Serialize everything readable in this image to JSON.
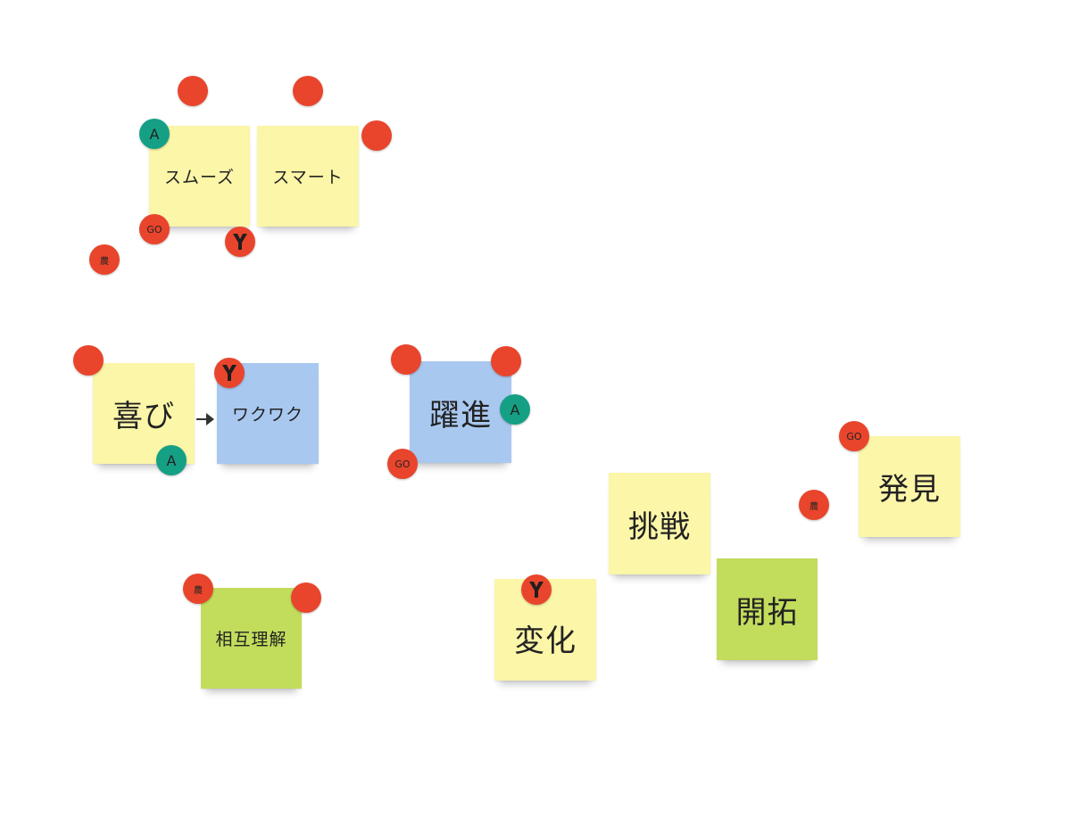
{
  "board": {
    "notes": [
      {
        "text": "スムーズ",
        "color": "yellow"
      },
      {
        "text": "スマート",
        "color": "yellow"
      },
      {
        "text": "喜び",
        "color": "yellow"
      },
      {
        "text": "ワクワク",
        "color": "blue"
      },
      {
        "text": "躍進",
        "color": "blue"
      },
      {
        "text": "相互理解",
        "color": "green"
      },
      {
        "text": "挑戦",
        "color": "yellow"
      },
      {
        "text": "変化",
        "color": "yellow"
      },
      {
        "text": "開拓",
        "color": "green"
      },
      {
        "text": "発見",
        "color": "yellow"
      }
    ],
    "stickers": {
      "a_label": "A",
      "go_label": "GO",
      "farm_label": "農",
      "y_icon": "y-letter-icon"
    },
    "colors": {
      "red_dot": "#e9452c",
      "teal_dot": "#15a085",
      "yellow_note": "#fbf6a8",
      "blue_note": "#a9c8f0",
      "green_note": "#c2dc5c",
      "connector": "#333333"
    }
  }
}
